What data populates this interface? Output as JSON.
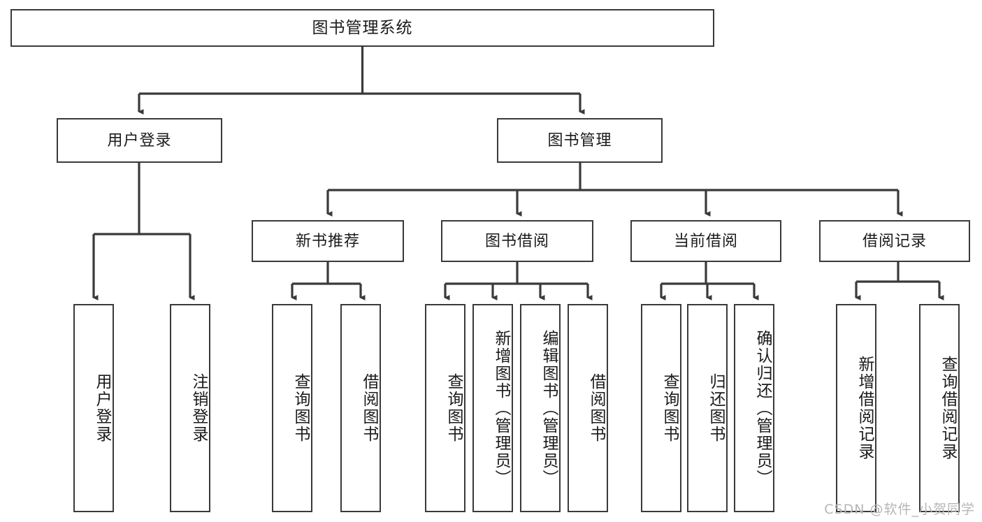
{
  "diagram": {
    "type": "tree-hierarchy",
    "title": "图书管理系统",
    "stroke_color": "#3a3a3a",
    "fill_color": "#ffffff",
    "text_color": "#1b1b1b",
    "levels": 4,
    "nodes": {
      "root": {
        "label": "图书管理系统"
      },
      "level2": [
        {
          "id": "user-login",
          "label": "用户登录"
        },
        {
          "id": "book-management",
          "label": "图书管理"
        }
      ],
      "level3": [
        {
          "id": "new-book-recommend",
          "label": "新书推荐"
        },
        {
          "id": "book-borrow",
          "label": "图书借阅"
        },
        {
          "id": "current-borrow",
          "label": "当前借阅"
        },
        {
          "id": "borrow-record",
          "label": "借阅记录"
        }
      ],
      "leaves": {
        "user_login": [
          {
            "id": "leaf-user-login",
            "label": "用户登录"
          },
          {
            "id": "leaf-logout-login",
            "label": "注销登录"
          }
        ],
        "new_book_recommend": [
          {
            "id": "leaf-query-book-1",
            "label": "查询图书"
          },
          {
            "id": "leaf-borrow-book-1",
            "label": "借阅图书"
          }
        ],
        "book_borrow": [
          {
            "id": "leaf-query-book-2",
            "label": "查询图书"
          },
          {
            "id": "leaf-add-book-admin",
            "label": "新增图书（管理员）"
          },
          {
            "id": "leaf-edit-book-admin",
            "label": "编辑图书（管理员）"
          },
          {
            "id": "leaf-borrow-book-2",
            "label": "借阅图书"
          }
        ],
        "current_borrow": [
          {
            "id": "leaf-query-book-3",
            "label": "查询图书"
          },
          {
            "id": "leaf-return-book",
            "label": "归还图书"
          },
          {
            "id": "leaf-confirm-return-admin",
            "label": "确认归还（管理员）"
          }
        ],
        "borrow_record": [
          {
            "id": "leaf-add-borrow-record",
            "label": "新增借阅记录"
          },
          {
            "id": "leaf-query-borrow-record",
            "label": "查询借阅记录"
          }
        ]
      }
    }
  },
  "watermark": {
    "text": "CSDN @软件_小贺同学"
  }
}
